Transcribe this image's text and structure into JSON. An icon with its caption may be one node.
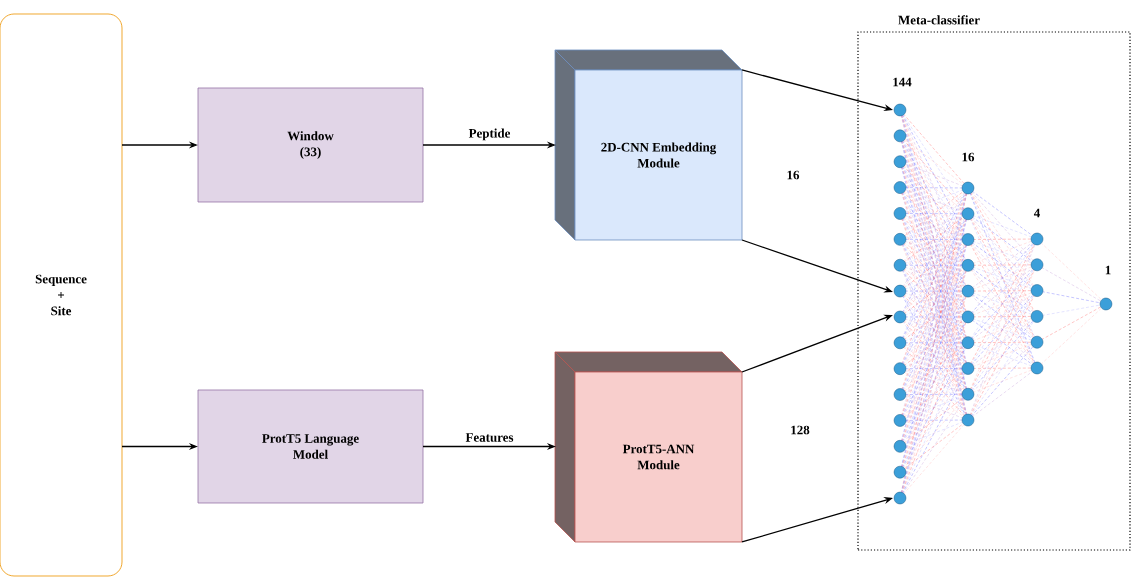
{
  "diagram": {
    "nodes": [
      {
        "text": [
          "Sequence + Site"
        ]
      },
      {
        "text": [
          "Window (33)"
        ]
      },
      {
        "text": [
          "2D-CNN Embedding Module"
        ]
      },
      {
        "text": [
          "ProtT5 Language Model"
        ]
      },
      {
        "text": [
          "ProtT5-ANN Module"
        ]
      },
      {
        "text": [
          "Meta-classifier"
        ]
      },
      {
        "text": [],
        "shape": "picture",
        "in": 5
      }
    ],
    "edges": [
      {
        "from": 0,
        "to": 1,
        "arrow": "to"
      },
      {
        "from": 1,
        "to": 2,
        "arrow": "to",
        "label": "Peptide"
      },
      {
        "from": 0,
        "to": 3,
        "arrow": "to"
      },
      {
        "from": 3,
        "to": 4,
        "arrow": "to",
        "label": "Features"
      },
      {
        "from": 2,
        "to": 6,
        "arrow": "to"
      },
      {
        "from": 2,
        "to": 6,
        "arrow": "to"
      },
      {
        "from": 4,
        "to": 6,
        "arrow": "to"
      },
      {
        "from": 4,
        "to": 6,
        "arrow": "to"
      }
    ],
    "labels": [
      "144",
      "16",
      "16",
      "4",
      "1",
      "128"
    ]
  }
}
